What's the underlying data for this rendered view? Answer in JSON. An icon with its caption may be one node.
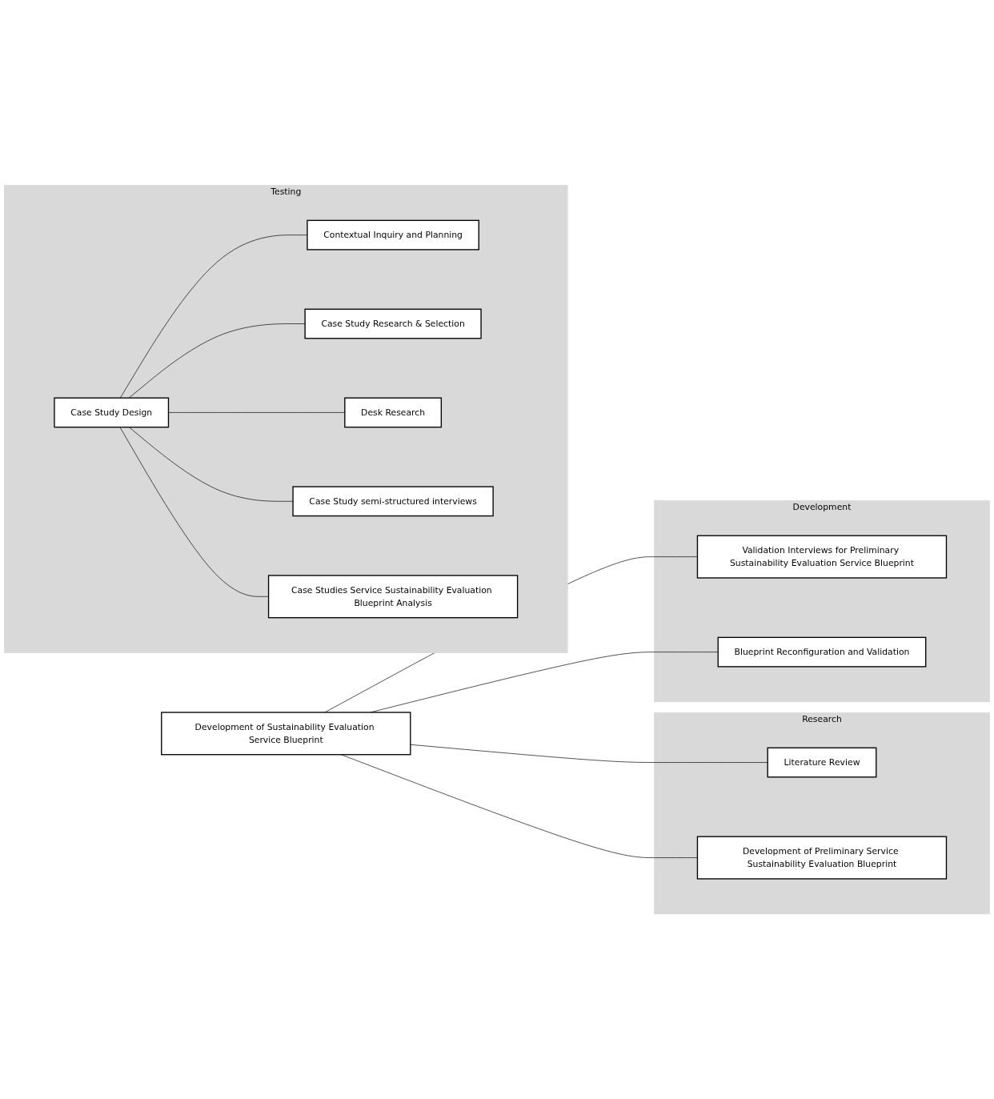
{
  "diagram": {
    "nodes": [
      {
        "text": [
          "Research"
        ]
      },
      {
        "text": [
          "Development of Sustainability Evaluation Service Blueprint"
        ]
      },
      {
        "text": [
          "Literature Review"
        ],
        "in": 0
      },
      {
        "text": [
          "Development of Preliminary Service Sustainability Evaluation Blueprint"
        ],
        "in": 0
      },
      {
        "text": [
          "Development"
        ]
      },
      {
        "text": [
          "Validation Interviews for Preliminary Sustainability Evaluation Service Blueprint"
        ],
        "in": 4
      },
      {
        "text": [
          "Blueprint Reconfiguration and Validation"
        ],
        "in": 4
      },
      {
        "text": [
          "Testing"
        ]
      },
      {
        "text": [
          "Case Study Design"
        ],
        "in": 7
      },
      {
        "text": [
          "Contextual Inquiry and Planning"
        ],
        "in": 7
      },
      {
        "text": [
          "Case Study Research & Selection"
        ],
        "in": 7
      },
      {
        "text": [
          "Desk Research"
        ],
        "in": 7
      },
      {
        "text": [
          "Case Study semi-structured interviews"
        ],
        "in": 7
      },
      {
        "text": [
          "Case Studies Service Sustainability Evaluation Blueprint Analysis"
        ],
        "in": 7
      }
    ],
    "edges": [
      {
        "from": 1,
        "to": 2,
        "arrow": "none"
      },
      {
        "from": 1,
        "to": 3,
        "arrow": "none"
      },
      {
        "from": 1,
        "to": 5,
        "arrow": "none"
      },
      {
        "from": 1,
        "to": 6,
        "arrow": "none"
      },
      {
        "from": 8,
        "to": 9,
        "arrow": "none"
      },
      {
        "from": 8,
        "to": 10,
        "arrow": "none"
      },
      {
        "from": 8,
        "to": 11,
        "arrow": "none"
      },
      {
        "from": 8,
        "to": 12,
        "arrow": "none"
      },
      {
        "from": 8,
        "to": 13,
        "arrow": "none"
      }
    ]
  }
}
